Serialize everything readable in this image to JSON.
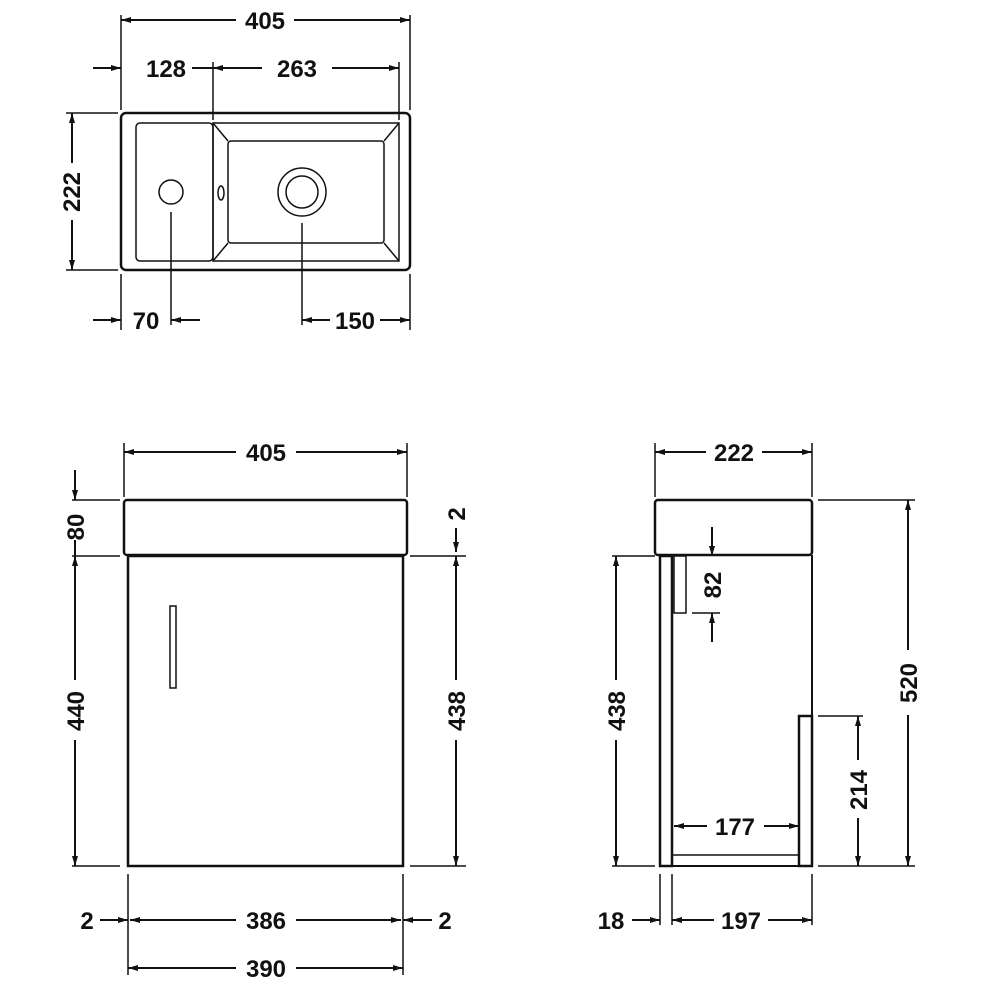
{
  "drawing": {
    "units": "mm",
    "line_color": "#111111",
    "background": "#ffffff"
  },
  "plan_view": {
    "overall_width": "405",
    "left_section_width": "128",
    "basin_width": "263",
    "depth": "222",
    "tap_hole_offset": "70",
    "waste_offset": "150"
  },
  "front_view": {
    "overall_width": "405",
    "basin_height": "80",
    "cabinet_height_left": "440",
    "cabinet_height_right": "438",
    "top_gap": "2",
    "side_gap_left": "2",
    "door_width": "386",
    "side_gap_right": "2",
    "cabinet_width": "390"
  },
  "side_view": {
    "overall_depth": "222",
    "overall_height": "520",
    "cabinet_height": "438",
    "inner_panel_height": "82",
    "shelf_depth": "177",
    "back_panel_height": "214",
    "door_thickness": "18",
    "carcass_depth": "197"
  }
}
